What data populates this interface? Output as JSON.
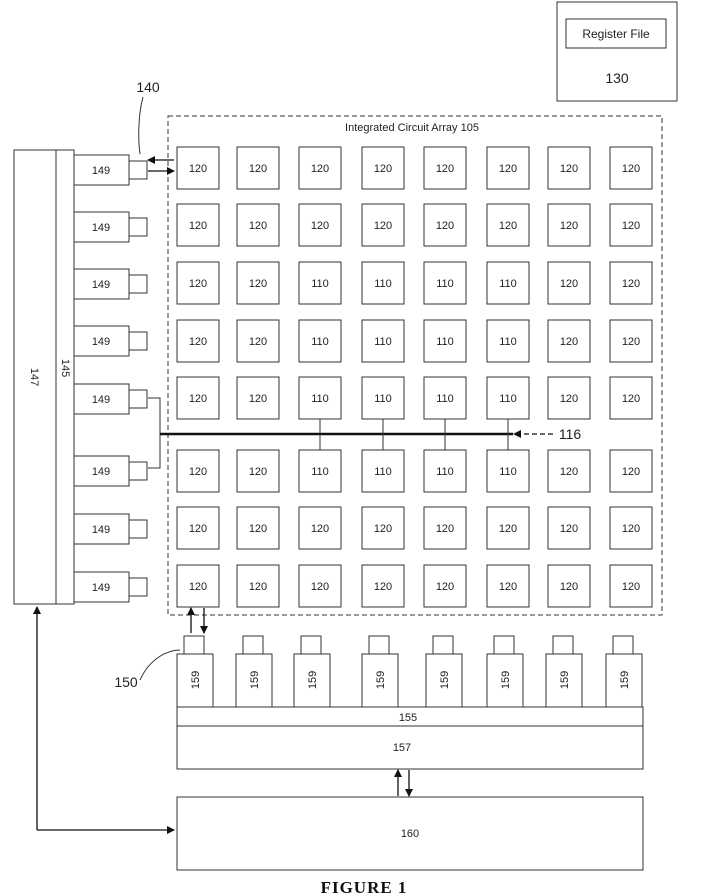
{
  "register_file": {
    "label": "Register File",
    "ref": "130"
  },
  "array": {
    "title": "Integrated Circuit Array 105",
    "rows": [
      [
        "120",
        "120",
        "120",
        "120",
        "120",
        "120",
        "120",
        "120"
      ],
      [
        "120",
        "120",
        "120",
        "120",
        "120",
        "120",
        "120",
        "120"
      ],
      [
        "120",
        "120",
        "110",
        "110",
        "110",
        "110",
        "120",
        "120"
      ],
      [
        "120",
        "120",
        "110",
        "110",
        "110",
        "110",
        "120",
        "120"
      ],
      [
        "120",
        "120",
        "110",
        "110",
        "110",
        "110",
        "120",
        "120"
      ],
      [
        "120",
        "120",
        "110",
        "110",
        "110",
        "110",
        "120",
        "120"
      ],
      [
        "120",
        "120",
        "120",
        "120",
        "120",
        "120",
        "120",
        "120"
      ],
      [
        "120",
        "120",
        "120",
        "120",
        "120",
        "120",
        "120",
        "120"
      ]
    ]
  },
  "left_side": {
    "bus_label": "147",
    "interface_label": "145",
    "ports": [
      "149",
      "149",
      "149",
      "149",
      "149",
      "149",
      "149",
      "149"
    ],
    "callout": "140"
  },
  "bus_116": "116",
  "bottom": {
    "ports": [
      "159",
      "159",
      "159",
      "159",
      "159",
      "159",
      "159",
      "159"
    ],
    "callout": "150",
    "strip_label": "155",
    "block_label": "157"
  },
  "memory_label": "160",
  "caption": "FIGURE 1"
}
